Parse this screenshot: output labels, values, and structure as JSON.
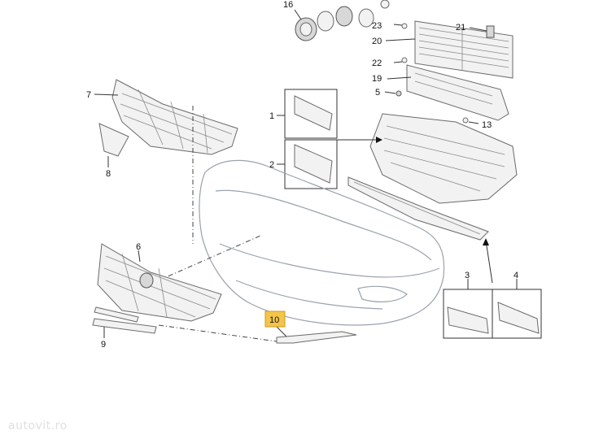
{
  "callouts": {
    "c1": "1",
    "c2": "2",
    "c3": "3",
    "c4": "4",
    "c5": "5",
    "c6": "6",
    "c7": "7",
    "c8": "8",
    "c9": "9",
    "c10": "10",
    "c13": "13",
    "c16": "16",
    "c19": "19",
    "c20": "20",
    "c21": "21",
    "c22": "22",
    "c23": "23"
  },
  "highlight_color": "#f3c54a",
  "watermark": "autovit.ro"
}
